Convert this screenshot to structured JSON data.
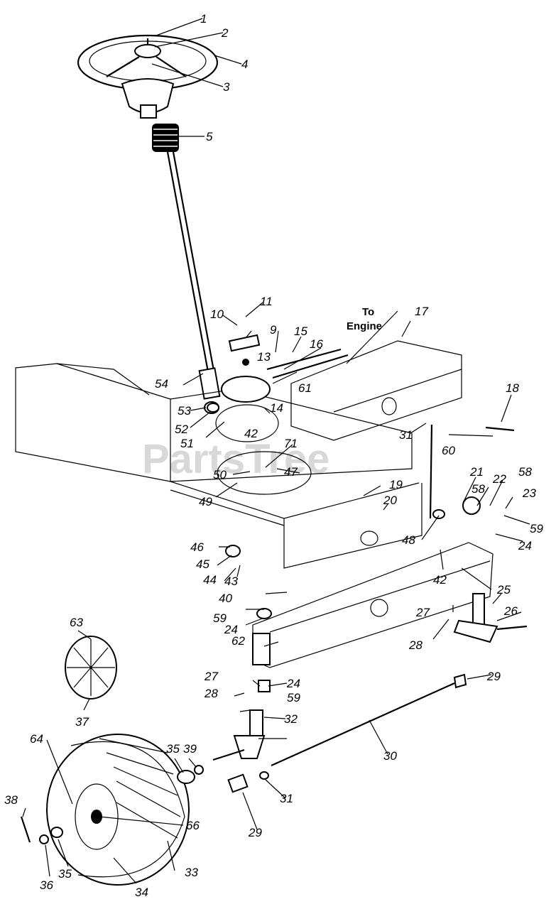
{
  "watermark": "PartsTree",
  "engine_label": {
    "line1": "To",
    "line2": "Engine"
  },
  "callouts": [
    "1",
    "2",
    "3",
    "4",
    "5",
    "9",
    "10",
    "11",
    "13",
    "14",
    "15",
    "16",
    "17",
    "18",
    "19",
    "20",
    "21",
    "22",
    "23",
    "24",
    "24",
    "24",
    "24",
    "25",
    "26",
    "27",
    "27",
    "28",
    "28",
    "29",
    "29",
    "30",
    "31",
    "31",
    "32",
    "33",
    "34",
    "35",
    "35",
    "36",
    "37",
    "38",
    "39",
    "40",
    "42",
    "42",
    "43",
    "44",
    "45",
    "46",
    "47",
    "48",
    "49",
    "50",
    "51",
    "52",
    "53",
    "54",
    "58",
    "58",
    "59",
    "59",
    "59",
    "59",
    "60",
    "61",
    "62",
    "63",
    "64",
    "66",
    "71"
  ]
}
